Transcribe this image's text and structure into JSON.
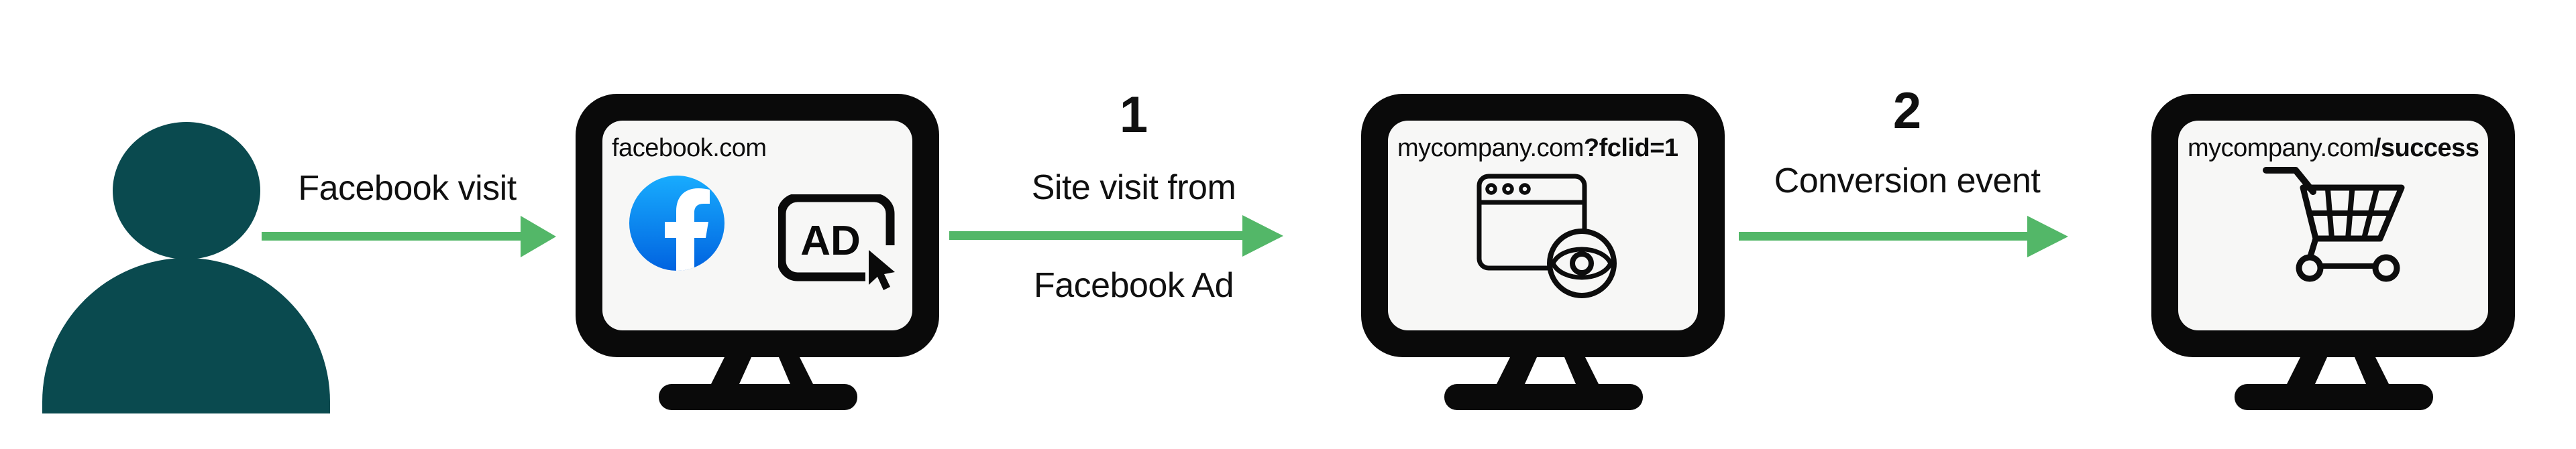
{
  "person": {
    "icon": "person-silhouette"
  },
  "flow": {
    "arrow1_label": "Facebook visit",
    "step1": {
      "number": "1",
      "label_line1": "Site visit from",
      "label_line2": "Facebook Ad"
    },
    "step2": {
      "number": "2",
      "label": "Conversion event"
    }
  },
  "monitors": [
    {
      "name": "facebook",
      "url": "facebook.com",
      "url_suffix_bold": "",
      "ad_label": "AD",
      "icons": [
        "facebook-logo",
        "ad-click-icon",
        "cursor-icon"
      ]
    },
    {
      "name": "mycompany-landing",
      "url": "mycompany.com",
      "url_suffix_bold": "?fclid=1",
      "icons": [
        "browser-window-icon",
        "eye-icon"
      ]
    },
    {
      "name": "mycompany-success",
      "url": "mycompany.com",
      "url_suffix_bold": "/success",
      "icons": [
        "shopping-cart-icon"
      ]
    }
  ],
  "colors": {
    "person": "#0a4a4f",
    "arrow_green": "#53b768",
    "monitor_frame": "#0a0a0a",
    "screen_background": "#f7f7f6",
    "facebook_blue_top": "#18acfe",
    "facebook_blue_bottom": "#0163e0",
    "text": "#111111"
  }
}
